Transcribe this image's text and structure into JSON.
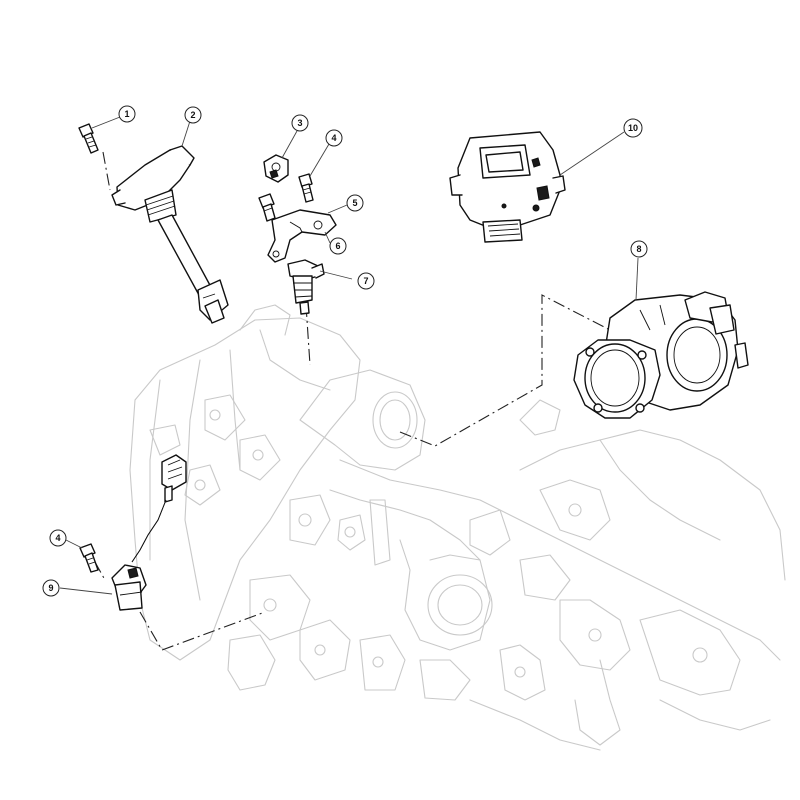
{
  "callouts": [
    {
      "label": "1"
    },
    {
      "label": "2"
    },
    {
      "label": "3"
    },
    {
      "label": "4"
    },
    {
      "label": "5"
    },
    {
      "label": "6"
    },
    {
      "label": "7"
    },
    {
      "label": "10"
    },
    {
      "label": "8"
    },
    {
      "label": "4"
    },
    {
      "label": "9"
    }
  ]
}
